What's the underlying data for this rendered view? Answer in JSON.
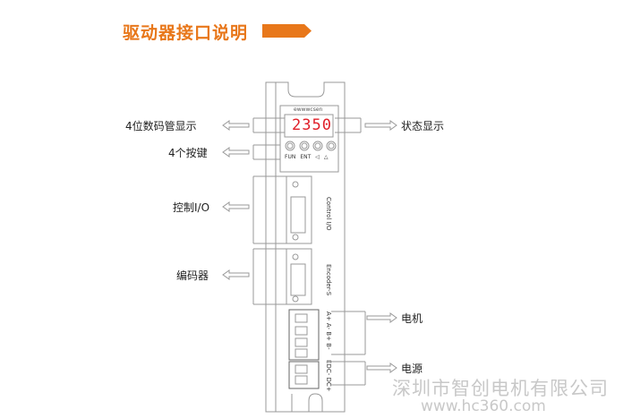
{
  "title": "驱动器接口说明",
  "accent": "#e8771a",
  "labels": {
    "display": "4位数码管显示",
    "status": "状态显示",
    "keys": "4个按键",
    "control_io": "控制I/O",
    "encoder": "编码器",
    "motor": "电机",
    "power": "电源"
  },
  "device": {
    "logo": "ewwwcsen",
    "display_value": "2350",
    "buttons": [
      "FUN",
      "ENT",
      "◁",
      "△"
    ],
    "port_control": "Control I/O",
    "port_encoder": "Encoder-S",
    "motor_terminals": "A+ A- B+ B-",
    "power_terminals": "EDC- DC+"
  },
  "watermark": {
    "company": "深圳市智创电机有限公司",
    "url": "www.hc360.com"
  }
}
